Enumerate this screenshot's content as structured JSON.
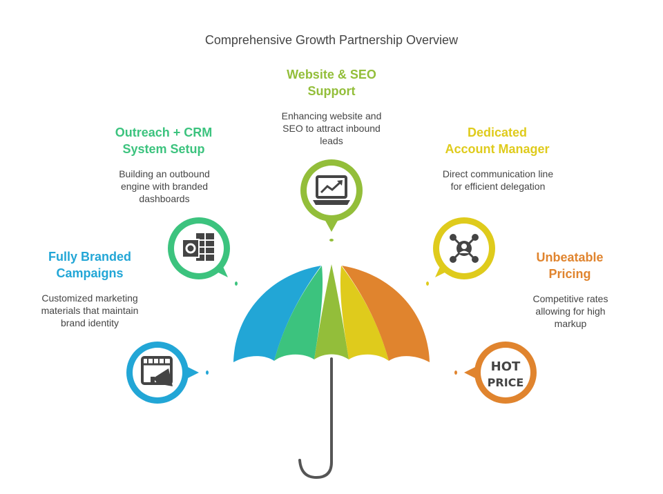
{
  "title": "Comprehensive Growth Partnership Overview",
  "colors": {
    "blue": "#22a6d6",
    "green": "#3cc37e",
    "olive": "#93be3a",
    "yellow": "#dfcb1c",
    "orange": "#e0842e",
    "handle": "#555555"
  },
  "items": [
    {
      "title_line1": "Fully Branded",
      "title_line2": "Campaigns",
      "description": "Customized marketing materials that maintain brand identity",
      "icon": "video-megaphone-icon"
    },
    {
      "title_line1": "Outreach + CRM",
      "title_line2": "System Setup",
      "description": "Building an outbound engine with branded dashboards",
      "icon": "outlook-grid-icon"
    },
    {
      "title_line1": "Website & SEO",
      "title_line2": "Support",
      "description": "Enhancing website and SEO to attract inbound leads",
      "icon": "laptop-chart-icon"
    },
    {
      "title_line1": "Dedicated",
      "title_line2": "Account Manager",
      "description": "Direct communication line for efficient delegation",
      "icon": "person-network-icon"
    },
    {
      "title_line1": "Unbeatable",
      "title_line2": "Pricing",
      "description": "Competitive rates allowing for high markup",
      "icon": "hot-price-icon",
      "icon_text_1": "HOT",
      "icon_text_2": "PRICE"
    }
  ]
}
